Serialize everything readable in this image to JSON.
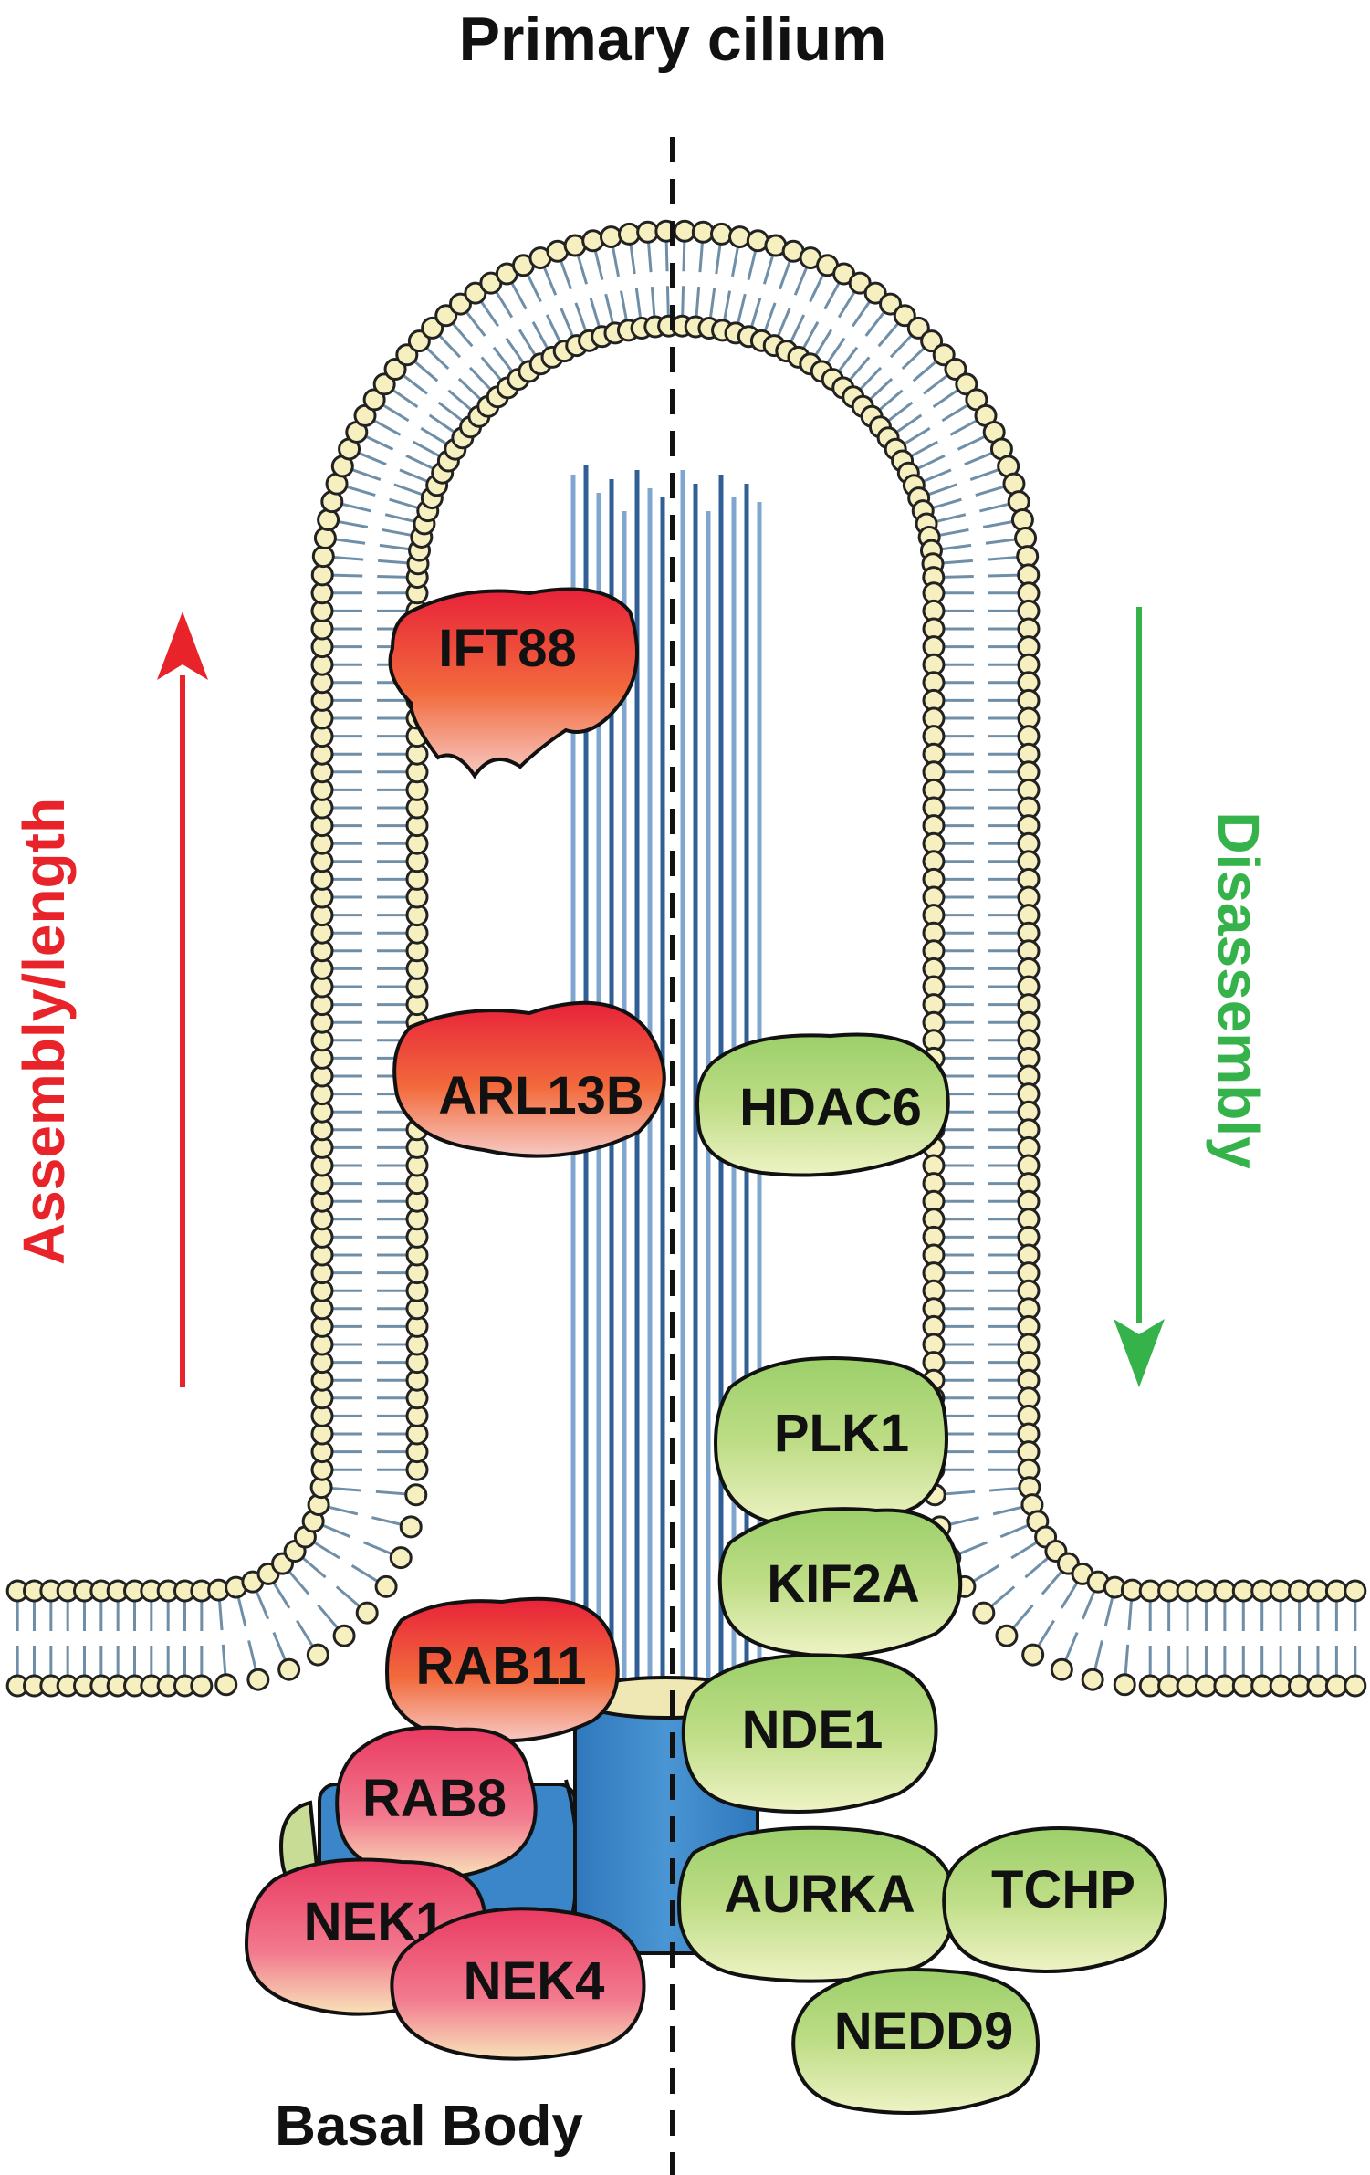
{
  "title": "Primary cilium",
  "bottom_label": "Basal Body",
  "left_arrow": {
    "label": "Assembly/length",
    "color": "#e8232a"
  },
  "right_arrow": {
    "label": "Disassembly",
    "color": "#35b24a"
  },
  "assembly_proteins": [
    {
      "id": "ift88",
      "label": "IFT88"
    },
    {
      "id": "arl13b",
      "label": "ARL13B"
    },
    {
      "id": "rab11",
      "label": "RAB11"
    },
    {
      "id": "rab8",
      "label": "RAB8"
    },
    {
      "id": "nek1",
      "label": "NEK1"
    },
    {
      "id": "nek4",
      "label": "NEK4"
    }
  ],
  "disassembly_proteins": [
    {
      "id": "hdac6",
      "label": "HDAC6"
    },
    {
      "id": "plk1",
      "label": "PLK1"
    },
    {
      "id": "kif2a",
      "label": "KIF2A"
    },
    {
      "id": "nde1",
      "label": "NDE1"
    },
    {
      "id": "aurka",
      "label": "AURKA"
    },
    {
      "id": "tchp",
      "label": "TCHP"
    },
    {
      "id": "nedd9",
      "label": "NEDD9"
    }
  ],
  "colors": {
    "assembly_fill": "#f0543a",
    "assembly_pink": "#ef5a7a",
    "disassembly_fill": "#b8d77a",
    "membrane_head": "#f6efc0",
    "basal_body": "#3a86c8",
    "axoneme": "#4f7fb5"
  }
}
